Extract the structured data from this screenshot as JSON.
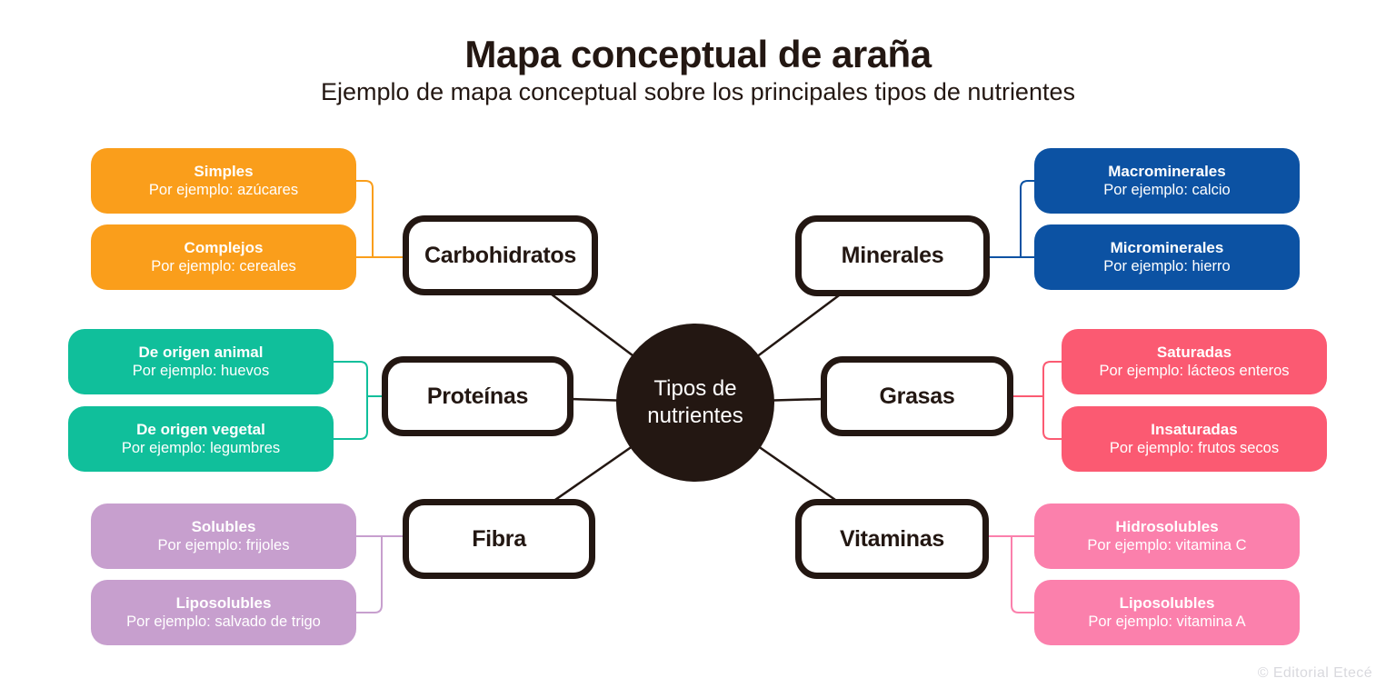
{
  "page": {
    "title": "Mapa conceptual de araña",
    "subtitle": "Ejemplo de mapa conceptual sobre los principales tipos de nutrientes",
    "credit": "© Editorial Etecé"
  },
  "center": {
    "line1": "Tipos de",
    "line2": "nutrientes"
  },
  "colors": {
    "dark": "#231712",
    "orange": "#FA9E1B",
    "blue": "#0C52A3",
    "teal": "#10BF9B",
    "red": "#FB5A72",
    "purple": "#C79FCE",
    "pink": "#FB80AC",
    "credit_gray": "#D9D9DE"
  },
  "branches": [
    {
      "label": "Carbohidratos",
      "color": "#FA9E1B",
      "children": [
        {
          "title": "Simples",
          "example": "Por ejemplo: azúcares"
        },
        {
          "title": "Complejos",
          "example": "Por ejemplo: cereales"
        }
      ]
    },
    {
      "label": "Minerales",
      "color": "#0C52A3",
      "children": [
        {
          "title": "Macrominerales",
          "example": "Por ejemplo: calcio"
        },
        {
          "title": "Microminerales",
          "example": "Por ejemplo: hierro"
        }
      ]
    },
    {
      "label": "Proteínas",
      "color": "#10BF9B",
      "children": [
        {
          "title": "De origen animal",
          "example": "Por ejemplo: huevos"
        },
        {
          "title": "De origen vegetal",
          "example": "Por ejemplo: legumbres"
        }
      ]
    },
    {
      "label": "Grasas",
      "color": "#FB5A72",
      "children": [
        {
          "title": "Saturadas",
          "example": "Por ejemplo: lácteos enteros"
        },
        {
          "title": "Insaturadas",
          "example": "Por ejemplo: frutos secos"
        }
      ]
    },
    {
      "label": "Fibra",
      "color": "#C79FCE",
      "children": [
        {
          "title": "Solubles",
          "example": "Por ejemplo: frijoles"
        },
        {
          "title": "Liposolubles",
          "example": "Por ejemplo: salvado de trigo"
        }
      ]
    },
    {
      "label": "Vitaminas",
      "color": "#FB80AC",
      "children": [
        {
          "title": "Hidrosolubles",
          "example": "Por ejemplo: vitamina C"
        },
        {
          "title": "Liposolubles",
          "example": "Por ejemplo: vitamina A"
        }
      ]
    }
  ]
}
